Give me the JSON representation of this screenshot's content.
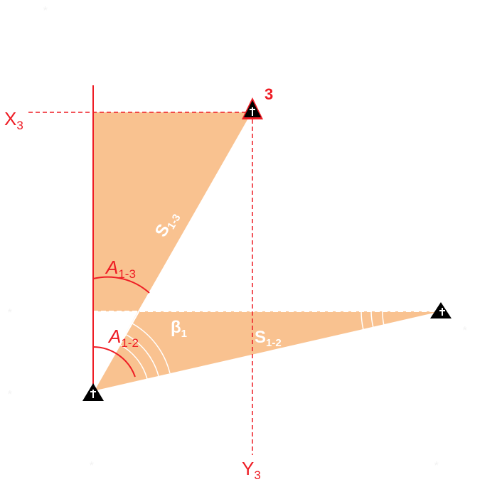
{
  "colors": {
    "accent_red": "#ee1c24",
    "fill_orange": "#f9c290",
    "white": "#ffffff",
    "marker": "#000000"
  },
  "points": {
    "p3_label": "3"
  },
  "axis_labels": {
    "x3_main": "X",
    "x3_sub": "3",
    "y3_main": "Y",
    "y3_sub": "3"
  },
  "angles": {
    "a13_main": "A",
    "a13_sub": "1-3",
    "a12_main": "A",
    "a12_sub": "1-2",
    "beta_main": "β",
    "beta_sub": "1"
  },
  "segments": {
    "s13_main": "S",
    "s13_sub": "1-3",
    "s12_main": "S",
    "s12_sub": "1-2"
  }
}
